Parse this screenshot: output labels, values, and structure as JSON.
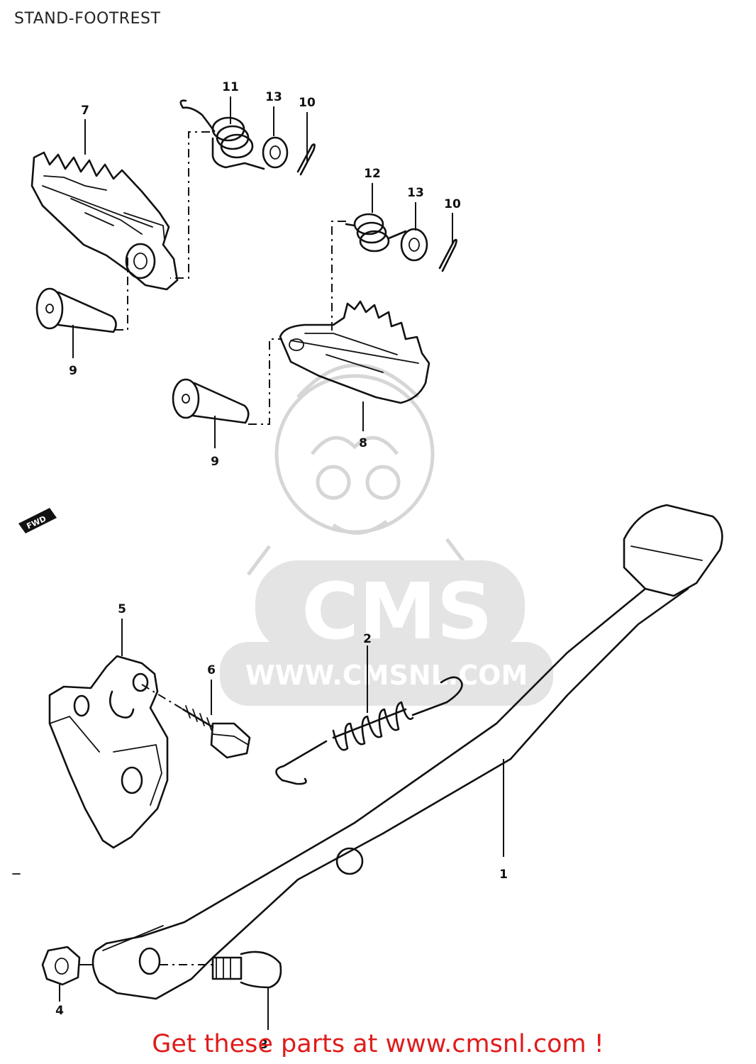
{
  "title": "STAND-FOOTREST",
  "watermark": {
    "brand": "CMS",
    "url": "WWW.CMSNL.COM"
  },
  "direction_badge": "FWD",
  "callouts": {
    "c1": "1",
    "c2": "2",
    "c3": "3",
    "c4": "4",
    "c5": "5",
    "c6": "6",
    "c7": "7",
    "c8": "8",
    "c9a": "9",
    "c9b": "9",
    "c10a": "10",
    "c10b": "10",
    "c11": "11",
    "c12": "12",
    "c13a": "13",
    "c13b": "13"
  },
  "footer": "Get these parts at www.cmsnl.com !"
}
